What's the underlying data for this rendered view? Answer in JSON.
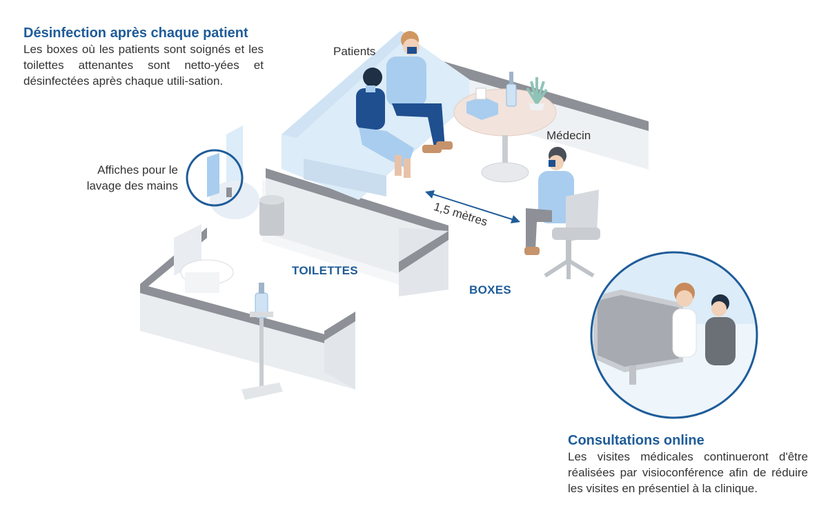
{
  "disinfection": {
    "title": "Désinfection après chaque patient",
    "text": "Les boxes où les patients sont soignés et les toilettes attenantes sont netto-yées et désinfectées après chaque utili-sation."
  },
  "online": {
    "title": "Consultations online",
    "text": "Les visites médicales continueront d'être réalisées par visioconférence afin de réduire les visites en présentiel à la clinique."
  },
  "labels": {
    "patients": "Patients",
    "doctor": "Médecin",
    "posters": "Affiches pour le lavage des mains",
    "distance": "1,5 mètres",
    "toilets": "TOILETTES",
    "boxes": "BOXES"
  },
  "colors": {
    "accent": "#1f5c99",
    "wall_top": "#8d9096",
    "wall_face": "#e9ecef",
    "sofa": "#dcecf8",
    "shirt": "#a9cdee",
    "navy": "#1f4f8f"
  }
}
